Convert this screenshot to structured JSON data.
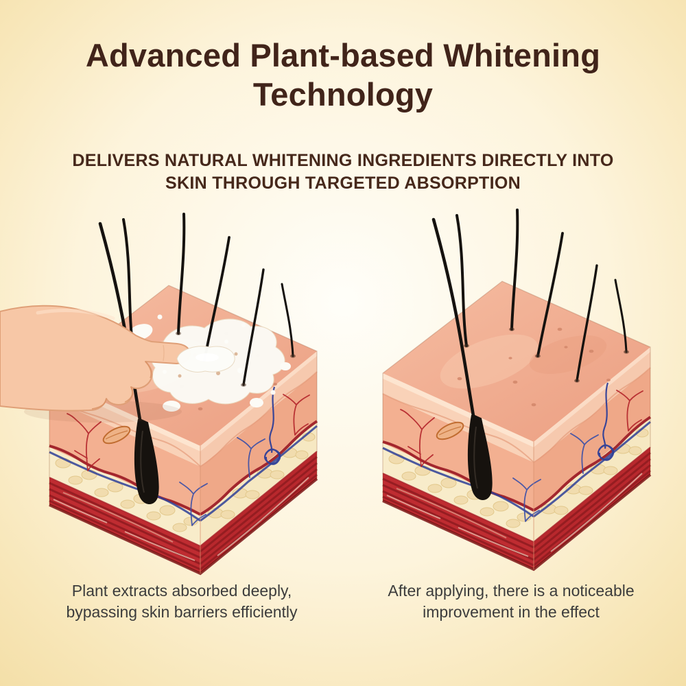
{
  "header": {
    "title": "Advanced Plant-based Whitening Technology",
    "subtitle_line1": "DELIVERS NATURAL WHITENING INGREDIENTS DIRECTLY INTO",
    "subtitle_line2": "SKIN THROUGH TARGETED ABSORPTION"
  },
  "figures": [
    {
      "caption_line1": "Plant extracts absorbed deeply,",
      "caption_line2": "bypassing skin barriers efficiently"
    },
    {
      "caption_line1": "After applying, there is a noticeable",
      "caption_line2": "improvement in the effect"
    }
  ],
  "colors": {
    "background_center": "#fffef9",
    "background_edge": "#f4dfa8",
    "title_text": "#41241a",
    "subtitle_text": "#46281b",
    "caption_text": "#3c3c3c",
    "skin_surface": "#f2b096",
    "epidermis": "#f9d2b8",
    "dermis": "#f3b091",
    "fat_layer": "#f8ecca",
    "muscle_layer": "#bf2c31",
    "hair": "#15120f",
    "vessel_red": "#b3242a",
    "vessel_blue": "#3a4fa8",
    "cream": "#fcfbf6",
    "hand_skin": "#f7c7a6"
  }
}
